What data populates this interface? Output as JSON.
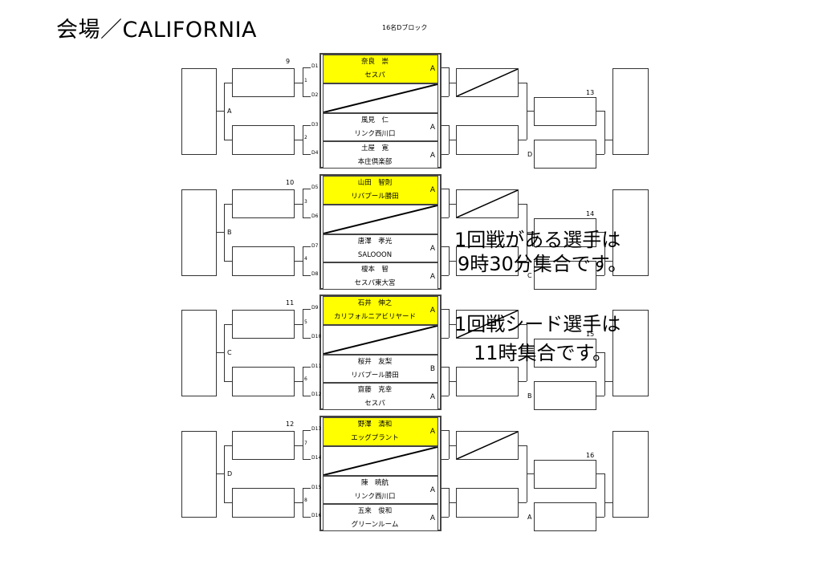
{
  "header": {
    "title": "会場／CALIFORNIA",
    "subtitle": "16名Dブロック"
  },
  "sections": [
    {
      "group": "A",
      "match_label": "9",
      "r1a": "1",
      "r1b": "2",
      "right_match_label": "13",
      "right_group": "D",
      "slots": [
        {
          "code": "D1",
          "name": "奈良　崇",
          "team": "セスパ",
          "rank": "A",
          "seed": true,
          "bye": false
        },
        {
          "code": "D2",
          "name": "",
          "team": "",
          "rank": "",
          "seed": false,
          "bye": true
        },
        {
          "code": "D3",
          "name": "風見　仁",
          "team": "リンク西川口",
          "rank": "A",
          "seed": false,
          "bye": false
        },
        {
          "code": "D4",
          "name": "土屋　寛",
          "team": "本庄倶楽部",
          "rank": "A",
          "seed": false,
          "bye": false
        }
      ]
    },
    {
      "group": "B",
      "match_label": "10",
      "r1a": "3",
      "r1b": "4",
      "right_match_label": "14",
      "right_group": "C",
      "slots": [
        {
          "code": "D5",
          "name": "山田　智則",
          "team": "リバプール勝田",
          "rank": "A",
          "seed": true,
          "bye": false
        },
        {
          "code": "D6",
          "name": "",
          "team": "",
          "rank": "",
          "seed": false,
          "bye": true
        },
        {
          "code": "D7",
          "name": "唐澤　孝光",
          "team": "SALOOON",
          "rank": "A",
          "seed": false,
          "bye": false
        },
        {
          "code": "D8",
          "name": "榎本　智",
          "team": "セスパ東大宮",
          "rank": "A",
          "seed": false,
          "bye": false
        }
      ]
    },
    {
      "group": "C",
      "match_label": "11",
      "r1a": "5",
      "r1b": "6",
      "right_match_label": "15",
      "right_group": "B",
      "slots": [
        {
          "code": "D9",
          "name": "石井　伸之",
          "team": "カリフォルニアビリヤード",
          "rank": "A",
          "seed": true,
          "bye": false
        },
        {
          "code": "D10",
          "name": "",
          "team": "",
          "rank": "",
          "seed": false,
          "bye": true
        },
        {
          "code": "D11",
          "name": "桜井　友梨",
          "team": "リバプール勝田",
          "rank": "B",
          "seed": false,
          "bye": false
        },
        {
          "code": "D12",
          "name": "齋藤　克幸",
          "team": "セスパ",
          "rank": "A",
          "seed": false,
          "bye": false
        }
      ]
    },
    {
      "group": "D",
      "match_label": "12",
      "r1a": "7",
      "r1b": "8",
      "right_match_label": "16",
      "right_group": "A",
      "slots": [
        {
          "code": "D13",
          "name": "野澤　清和",
          "team": "エッグプラント",
          "rank": "A",
          "seed": true,
          "bye": false
        },
        {
          "code": "D14",
          "name": "",
          "team": "",
          "rank": "",
          "seed": false,
          "bye": true
        },
        {
          "code": "D15",
          "name": "陳　暁航",
          "team": "リンク西川口",
          "rank": "A",
          "seed": false,
          "bye": false
        },
        {
          "code": "D16",
          "name": "五来　俊和",
          "team": "グリーンルーム",
          "rank": "A",
          "seed": false,
          "bye": false
        }
      ]
    }
  ],
  "notices": {
    "first_line1": "1回戦がある選手は",
    "first_line2": "9時30分集合です。",
    "seed_line1": "1回戦シード選手は",
    "seed_line2": "11時集合です。"
  },
  "colors": {
    "seed_highlight": "#ffff00",
    "line": "#333333"
  }
}
